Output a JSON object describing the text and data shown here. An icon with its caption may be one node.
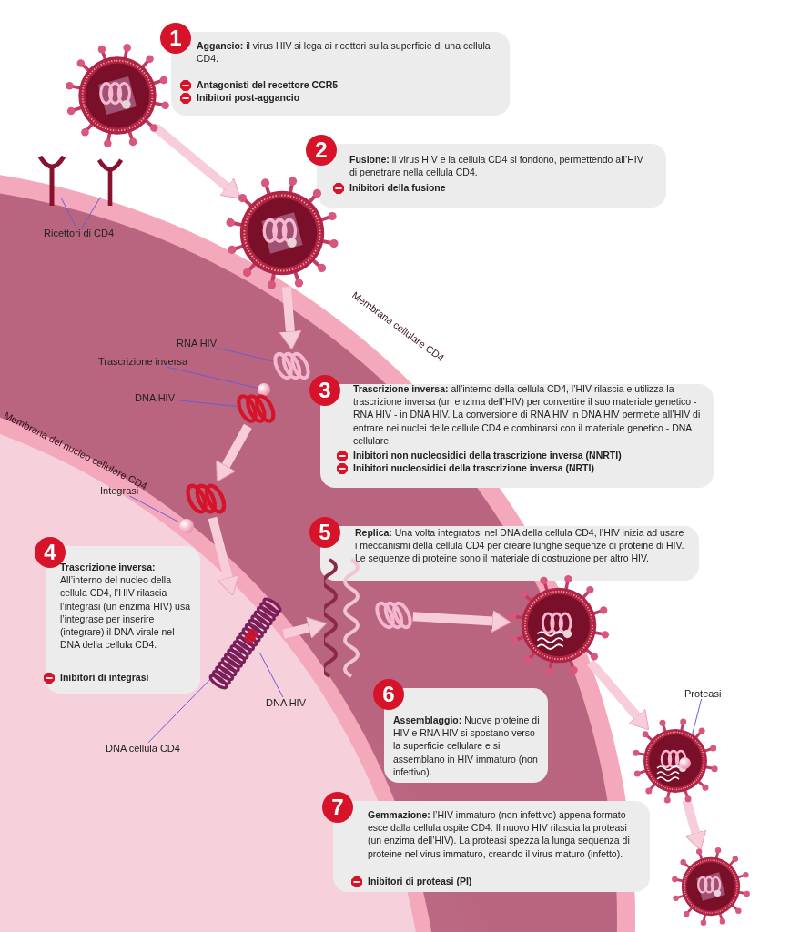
{
  "diagram": {
    "nodes": [
      {
        "text": [
          "1",
          "**Aggancio:** il virus HIV si lega ai ricettori sulla superficie di una cellula CD4.",
          "Antagonisti del recettore CCR5",
          "Inibitori post-aggancio"
        ]
      },
      {
        "text": [],
        "shape": "picture"
      },
      {
        "text": [],
        "shape": "picture"
      },
      {
        "text": [],
        "shape": "picture"
      },
      {
        "text": [
          "Ricettori di CD4"
        ]
      },
      {
        "text": [
          "2",
          "**Fusione:** il virus HIV e la cellula CD4 si fondono, permettendo all’HIV di penetrare nella cellula CD4.",
          "Inibitori della fusione"
        ]
      },
      {
        "text": [],
        "shape": "picture"
      },
      {
        "text": [
          "RNA HIV"
        ]
      },
      {
        "text": [],
        "shape": "picture"
      },
      {
        "text": [
          "Trascrizione inversa"
        ]
      },
      {
        "text": [],
        "shape": "circle"
      },
      {
        "text": [
          "DNA HIV"
        ]
      },
      {
        "text": [],
        "shape": "picture"
      },
      {
        "text": [
          "3",
          "**Trascrizione inversa:** all’interno della cellula CD4, l’HIV rilascia e utilizza la trascrizione inversa (un enzima dell’HIV) per convertire il suo materiale genetico - RNA HIV - in DNA HIV. La conversione di RNA HIV in DNA HIV permette all’HIV di entrare nei nuclei delle cellule CD4 e combinarsi con il materiale genetico - DNA cellulare.",
          "Inibitori non nucleosidici della trascrizione inversa (NNRTI)",
          "Inibitori nucleosidici della trascrizione inversa (NRTI)"
        ]
      },
      {
        "text": [],
        "shape": "picture"
      },
      {
        "text": [
          "Integrasi"
        ]
      },
      {
        "text": [],
        "shape": "circle"
      },
      {
        "text": [
          "5",
          "**Replica:** Una volta integratosi nel DNA della cellula CD4, l’HIV inizia ad usare i meccanismi della cellula CD4 per creare lunghe sequenze di proteine di HIV. Le sequenze di proteine sono il materiale di costruzione per altro HIV."
        ]
      },
      {
        "text": [
          "4",
          "**Trascrizione inversa:** All’interno del nucleo della cellula CD4, l’HIV rilascia l’integrasi (un enzima HIV) usa l’integrase per inserire (integrare) il DNA virale nel DNA della cellula CD4.",
          "Inibitori di integrasi"
        ]
      },
      {
        "text": [],
        "shape": "picture"
      },
      {
        "text": [],
        "shape": "picture",
        "in": 19
      },
      {
        "text": [
          "DNA HIV"
        ]
      },
      {
        "text": [
          "DNA cellula CD4"
        ]
      },
      {
        "text": [],
        "shape": "picture"
      },
      {
        "text": [],
        "shape": "picture"
      },
      {
        "text": [],
        "shape": "picture"
      },
      {
        "text": [
          "6",
          "**Assemblaggio:** Nuove proteine di HIV e RNA HIV si spostano verso la superficie cellulare e si assemblano in HIV immaturo (non infettivo)."
        ]
      },
      {
        "text": [
          "Proteasi"
        ]
      },
      {
        "text": [],
        "shape": "picture"
      },
      {
        "text": [],
        "shape": "circle",
        "in": 28
      },
      {
        "text": [
          "7",
          "**Gemmazione:** l’HIV immaturo (non infettivo) appena formato esce dalla cellula ospite CD4. Il nuovo HIV rilascia la proteasi (un enzima dell’HIV). La proteasi spezza la lunga sequenza di proteine nel virus immaturo, creando il virus maturo (infetto).",
          "Inibitori di proteasi (PI)"
        ]
      },
      {
        "text": [],
        "shape": "picture"
      }
    ],
    "edges": [
      {
        "from": 1,
        "to": 6,
        "arrow": "to",
        "style": "thick",
        "color": "#f6cdd8"
      },
      {
        "from": 6,
        "to": 8,
        "arrow": "to",
        "style": "thick",
        "color": "#f6cdd8"
      },
      {
        "from": 12,
        "to": 14,
        "arrow": "to",
        "style": "thick",
        "color": "#f6cdd8"
      },
      {
        "from": 14,
        "to": 19,
        "arrow": "to",
        "style": "thick",
        "color": "#f6cdd8"
      },
      {
        "from": 19,
        "to": 23,
        "arrow": "to",
        "style": "thick",
        "color": "#f6cdd8"
      },
      {
        "from": 24,
        "to": 25,
        "arrow": "to",
        "style": "thick",
        "color": "#f6cdd8"
      },
      {
        "from": 25,
        "to": 28,
        "arrow": "to",
        "style": "thick",
        "color": "#f6cdd8"
      },
      {
        "from": 28,
        "to": 31,
        "arrow": "to",
        "style": "thick",
        "color": "#f6cdd8"
      },
      {
        "from": 4,
        "to": 2,
        "arrow": "none"
      },
      {
        "from": 4,
        "to": 3,
        "arrow": "none"
      },
      {
        "from": 7,
        "to": 8,
        "arrow": "none"
      },
      {
        "from": 9,
        "to": 10,
        "arrow": "none"
      },
      {
        "from": 11,
        "to": 12,
        "arrow": "none"
      },
      {
        "from": 15,
        "to": 16,
        "arrow": "none"
      },
      {
        "from": 21,
        "to": 20,
        "arrow": "none"
      },
      {
        "from": 22,
        "to": 19,
        "arrow": "none"
      },
      {
        "from": 27,
        "to": 29,
        "arrow": "none"
      }
    ],
    "labels": [
      "Membrana cellulare CD4",
      "Membrana del nucleo cellulare CD4"
    ]
  }
}
